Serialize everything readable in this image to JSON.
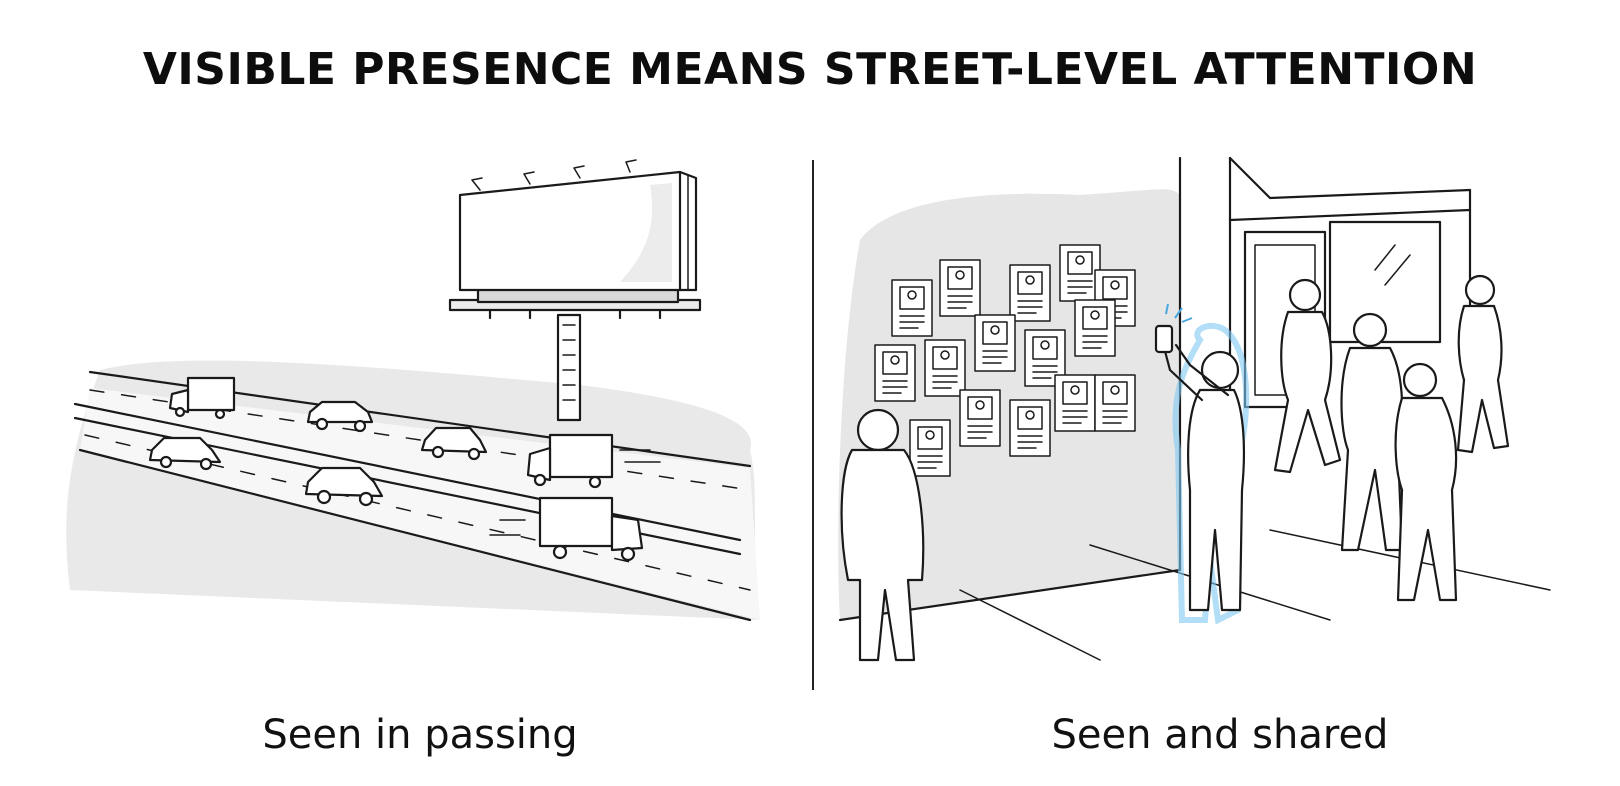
{
  "title": "VISIBLE PRESENCE MEANS STREET-LEVEL ATTENTION",
  "panels": {
    "left": {
      "caption": "Seen in passing"
    },
    "right": {
      "caption": "Seen and shared"
    }
  },
  "colors": {
    "ink": "#1a1a1a",
    "shade": "#e6e6e6",
    "highlight": "#7ec8f2"
  },
  "icons": [
    "billboard-icon",
    "truck-icon",
    "car-icon",
    "poster-icon",
    "person-icon",
    "phone-icon"
  ]
}
